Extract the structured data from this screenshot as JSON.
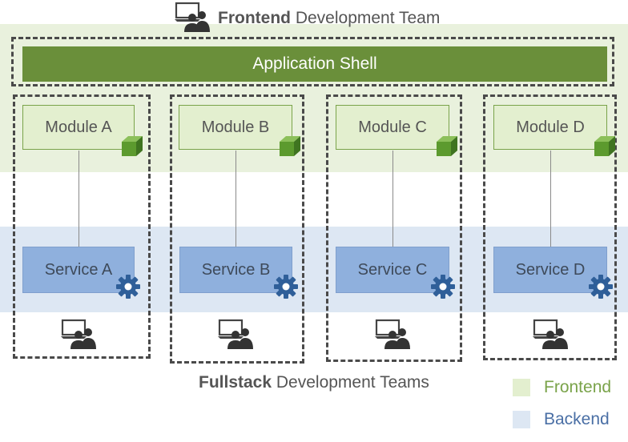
{
  "header": {
    "title_bold": "Frontend",
    "title_rest": " Development Team",
    "icon": "team-icon"
  },
  "shell": {
    "label": "Application Shell"
  },
  "teams": [
    {
      "module": "Module A",
      "service": "Service A"
    },
    {
      "module": "Module B",
      "service": "Service B"
    },
    {
      "module": "Module C",
      "service": "Service C"
    },
    {
      "module": "Module D",
      "service": "Service D"
    }
  ],
  "footer": {
    "title_bold": "Fullstack",
    "title_rest": " Development Teams"
  },
  "legend": {
    "frontend": {
      "label": "Frontend",
      "color": "#e3efcf",
      "text_color": "#7aa34a"
    },
    "backend": {
      "label": "Backend",
      "color": "#dde7f3",
      "text_color": "#4a6fa5"
    }
  },
  "colors": {
    "shell": "#6a8f3a",
    "module_fill": "#e3efcf",
    "service_fill": "#8fb0dd",
    "gear": "#2f5f99",
    "cube": "#5c9a2e"
  }
}
